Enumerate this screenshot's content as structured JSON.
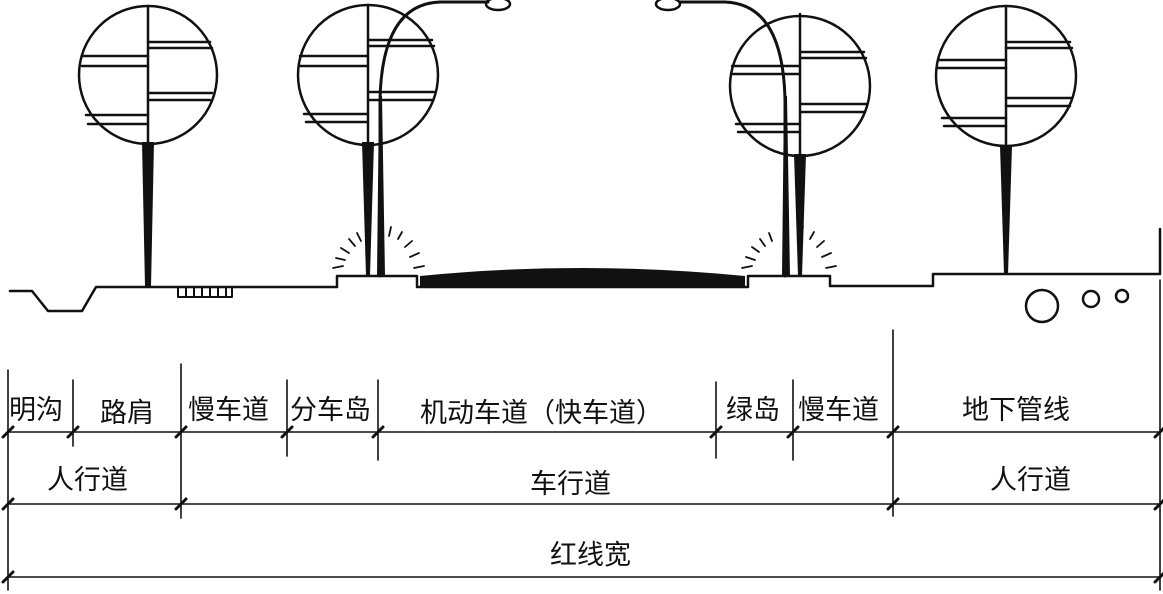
{
  "diagram": {
    "segments_row1": [
      "明沟",
      "路肩",
      "慢车道",
      "分车岛",
      "机动车道（快车道）",
      "绿岛",
      "慢车道",
      "地下管线"
    ],
    "segments_row2": [
      "人行道",
      "车行道",
      "人行道"
    ],
    "total_width_label": "红线宽"
  },
  "colors": {
    "ink": "#111111",
    "background": "#ffffff"
  }
}
